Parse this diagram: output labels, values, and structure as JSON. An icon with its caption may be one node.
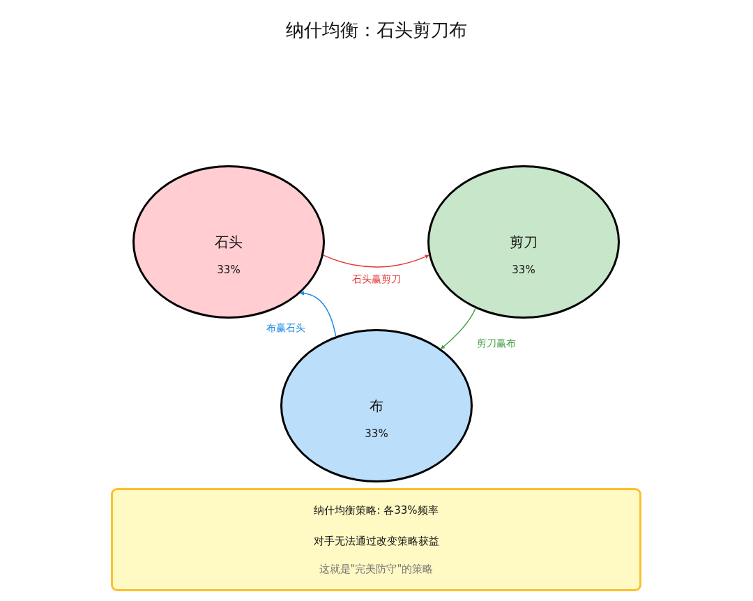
{
  "diagram": {
    "title": "纳什均衡：石头剪刀布",
    "nodes": [
      {
        "text": [
          "石头",
          "33%"
        ]
      },
      {
        "text": [
          "剪刀",
          "33%"
        ]
      },
      {
        "text": [
          "布",
          "33%"
        ]
      },
      {
        "text": [
          "纳什均衡策略: 各33%频率",
          "对手无法通过改变策略获益",
          "这就是\"完美防守\"的策略"
        ]
      }
    ],
    "edges": [
      {
        "from": 0,
        "to": 1,
        "arrow": "to",
        "label": "石头赢剪刀",
        "color": "#e53935"
      },
      {
        "from": 2,
        "to": 0,
        "arrow": "to",
        "label": "布赢石头",
        "color": "#1e88e5"
      },
      {
        "from": 1,
        "to": 2,
        "arrow": "to",
        "label": "剪刀赢布",
        "color": "#43a047"
      }
    ]
  }
}
